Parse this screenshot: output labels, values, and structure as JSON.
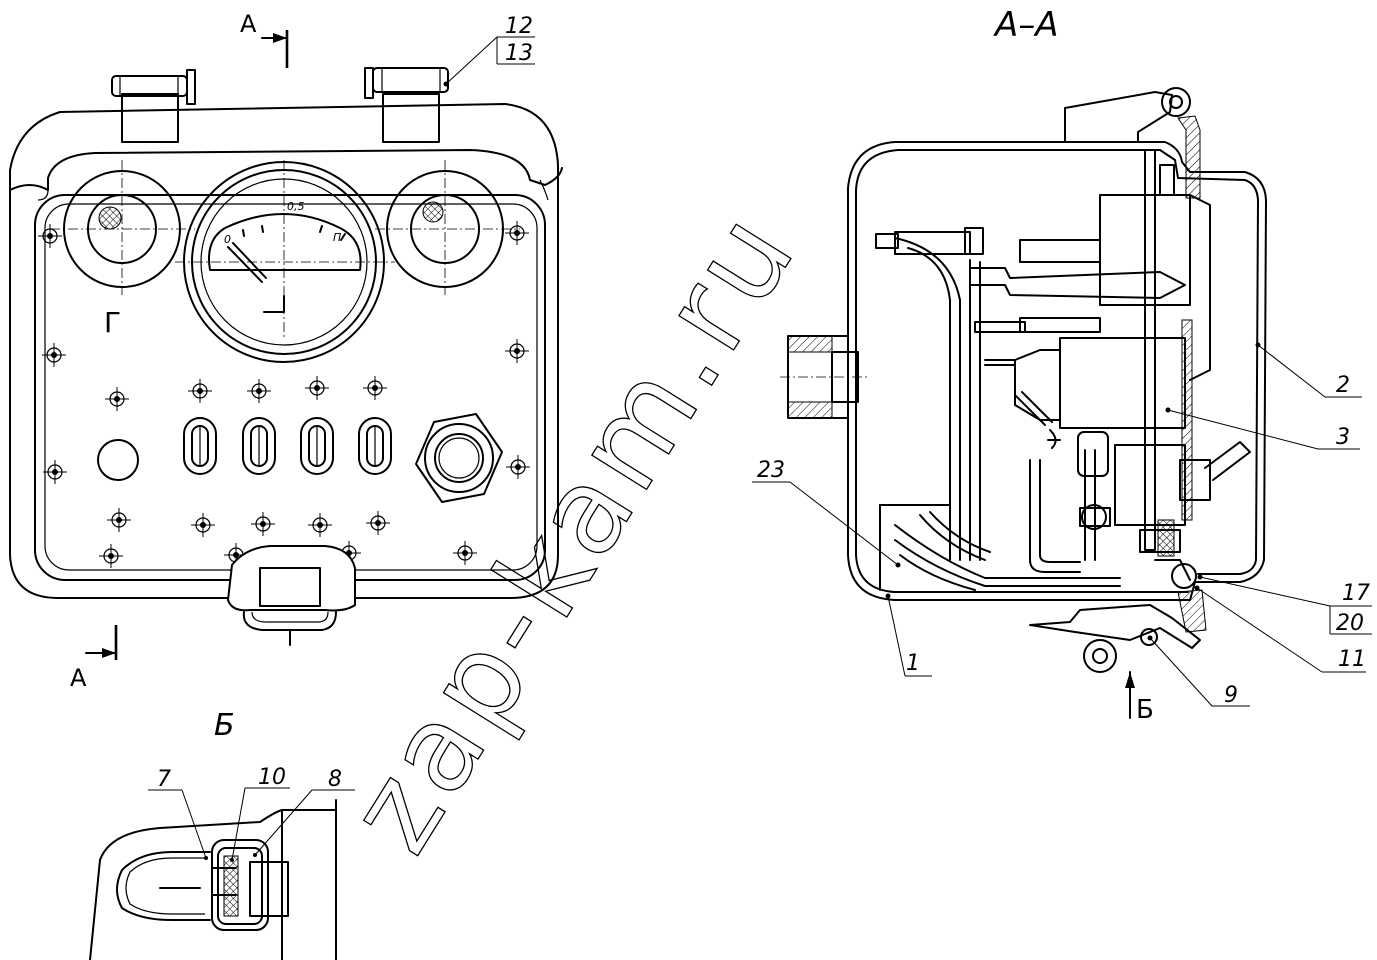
{
  "views": {
    "section_title": "A–A",
    "view_b_title": "Б",
    "section_mark_top": "A",
    "section_mark_bottom": "A",
    "view_b_arrow": "Б"
  },
  "gauge": {
    "scale_min": "0",
    "scale_mid": "0,5",
    "scale_max": "П"
  },
  "front_view": {
    "panel_letter": "Г"
  },
  "callouts": {
    "c12": "12",
    "c13": "13",
    "c2": "2",
    "c3": "3",
    "c17": "17",
    "c20": "20",
    "c11": "11",
    "c9": "9",
    "c1": "1",
    "c23": "23",
    "c7": "7",
    "c10": "10",
    "c8": "8"
  },
  "watermark": "zap-kam.ru",
  "colors": {
    "ink": "#000000",
    "paper": "#ffffff"
  }
}
